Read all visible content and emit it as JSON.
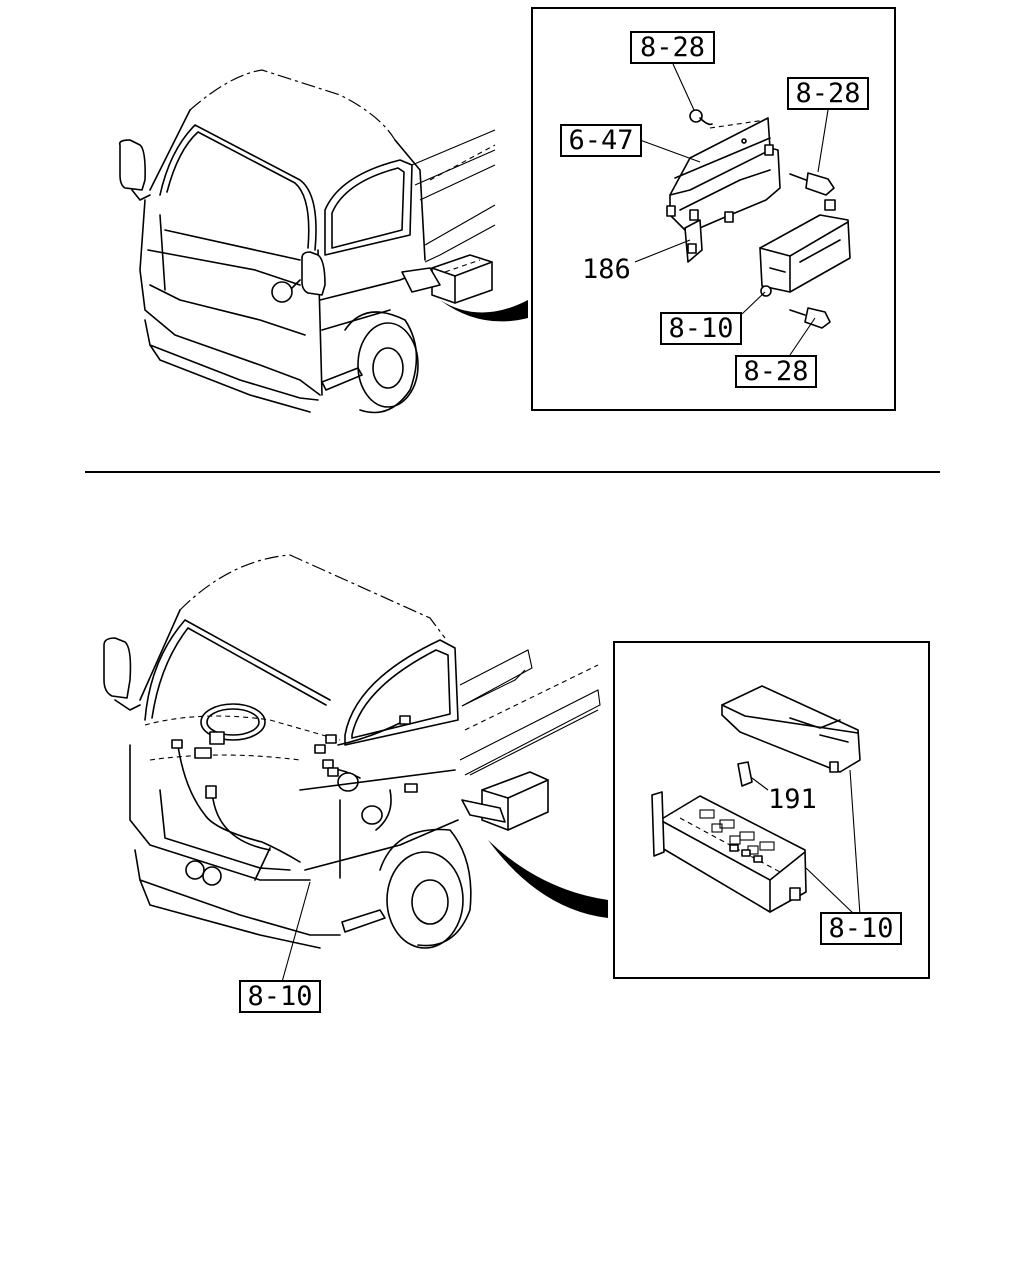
{
  "top_figure": {
    "callouts": [
      "8-28",
      "8-28",
      "6-47",
      "186",
      "8-10",
      "8-28"
    ]
  },
  "bottom_figure": {
    "callouts": [
      "191",
      "8-10",
      "8-10"
    ]
  }
}
